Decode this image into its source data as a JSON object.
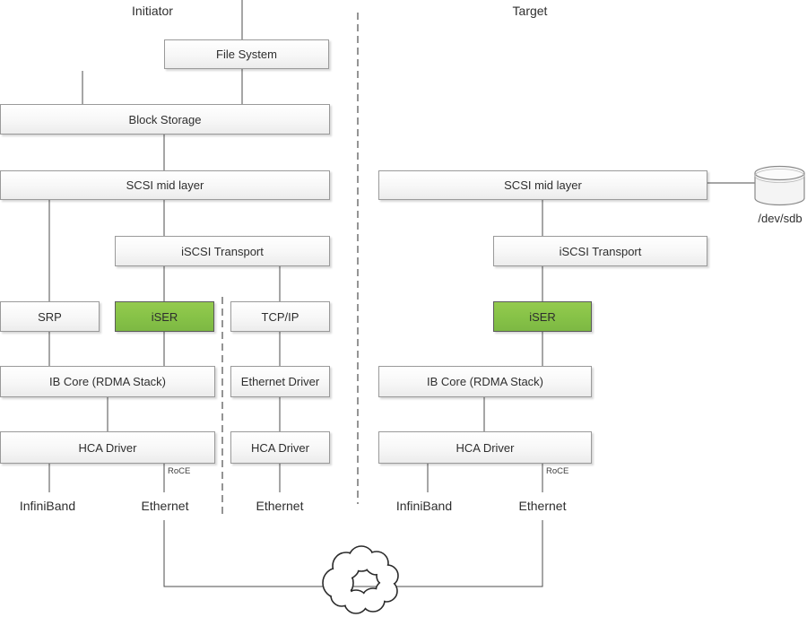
{
  "titles": {
    "initiator": "Initiator",
    "target": "Target"
  },
  "labels": {
    "file_system": "File System",
    "block_storage": "Block Storage",
    "scsi_mid_layer": "SCSI mid layer",
    "iscsi_transport": "iSCSI Transport",
    "srp": "SRP",
    "iser": "iSER",
    "tcp_ip": "TCP/IP",
    "ib_core": "IB Core (RDMA Stack)",
    "ethernet_driver": "Ethernet Driver",
    "hca_driver": "HCA Driver",
    "roce": "RoCE",
    "infiniband": "InfiniBand",
    "ethernet": "Ethernet",
    "dev_sdb": "/dev/sdb"
  },
  "icons": {
    "cloud": "network-cloud-icon",
    "disk": "disk-cylinder-icon"
  },
  "colors": {
    "iser_green_top": "#94CA4E",
    "iser_green_bottom": "#7DB843",
    "box_fill_top": "#FFFFFF",
    "box_fill_bottom": "#ECECEC",
    "box_border": "#9A9A9A",
    "connector_line": "#4D4D4D",
    "text": "#2E2E2E"
  }
}
